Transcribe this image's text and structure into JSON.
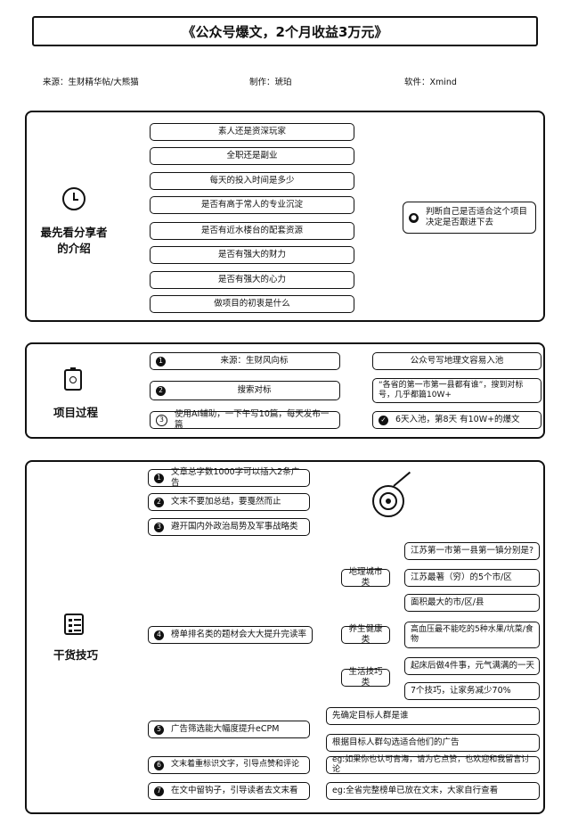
{
  "header": {
    "title": "《公众号爆文，2个月收益3万元》",
    "source_label": "来源：生财精华帖/大熊猫",
    "maker_label": "制作：琥珀",
    "software_label": "软件：Xmind"
  },
  "section1": {
    "label_line1": "最先看分享者",
    "label_line2": "的介绍",
    "items": [
      "素人还是资深玩家",
      "全职还是副业",
      "每天的投入时间是多少",
      "是否有高于常人的专业沉淀",
      "是否有近水楼台的配套资源",
      "是否有强大的财力",
      "是否有强大的心力",
      "做项目的初衷是什么"
    ],
    "summary_line1": "判断自己是否适合这个项目",
    "summary_line2": "决定是否跟进下去"
  },
  "section2": {
    "label": "项目过程",
    "steps": [
      {
        "num": "1",
        "text": "来源：生财风向标",
        "result": "公众号写地理文容易入池"
      },
      {
        "num": "2",
        "text": "搜索对标",
        "result_line1": "“各省的第一市第一县都有谁”，搜到对标",
        "result_line2": "号，几乎都篇10W+"
      },
      {
        "num": "3",
        "text": "使用AI辅助，一下午写10篇，每天发布一篇",
        "result": "6天入池，第8天 有10W+的爆文"
      }
    ]
  },
  "section3": {
    "label": "干货技巧",
    "tips": [
      {
        "num": "1",
        "text": "文章总字数1000字可以插入2条广告"
      },
      {
        "num": "2",
        "text": "文末不要加总结，要戛然而止"
      },
      {
        "num": "3",
        "text": "避开国内外政治局势及军事战略类"
      },
      {
        "num": "4",
        "text": "榜单排名类的题材会大大提升完读率"
      },
      {
        "num": "5",
        "text": "广告筛选能大幅度提升eCPM"
      },
      {
        "num": "6",
        "text": "文末着重标识文字，引导点赞和评论"
      },
      {
        "num": "7",
        "text": "在文中留钩子，引导读者去文末看"
      }
    ],
    "categories": [
      {
        "name": "地理城市类",
        "items": [
          "江苏第一市第一县第一镇分别是?",
          "江苏最著（穷）的5个市/区",
          "面积最大的市/区/县"
        ]
      },
      {
        "name": "养生健康类",
        "items": [
          "高血压最不能吃的5种水果/坑菜/食物"
        ]
      },
      {
        "name": "生活技巧类",
        "items": [
          "起床后做4件事，元气满满的一天",
          "7个技巧，让家务减少70%"
        ]
      }
    ],
    "ad_notes": [
      "先确定目标人群是谁",
      "根据目标人群勾选适合他们的广告"
    ],
    "cta_notes": [
      "eg:如果你也认可青海，请为它点赞，也欢迎和我留言讨论",
      "eg:全省完整榜单已放在文末，大家自行查看"
    ]
  }
}
